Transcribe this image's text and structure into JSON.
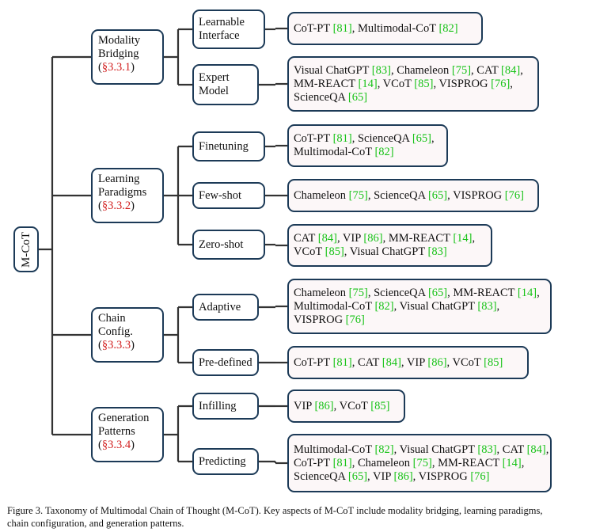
{
  "root": {
    "label": "M-CoT"
  },
  "categories": [
    {
      "label_lines": [
        "Modality",
        "Bridging"
      ],
      "section": "§3.3.1",
      "children": [
        {
          "label_lines": [
            "Learnable",
            "Interface"
          ],
          "refs_lines": [
            [
              {
                "t": "CoT-PT "
              },
              {
                "r": "[81]"
              },
              {
                "t": ", Multimodal-CoT "
              },
              {
                "r": "[82]"
              }
            ]
          ]
        },
        {
          "label_lines": [
            "Expert",
            "Model"
          ],
          "refs_lines": [
            [
              {
                "t": "Visual ChatGPT "
              },
              {
                "r": "[83]"
              },
              {
                "t": ", Chameleon "
              },
              {
                "r": "[75]"
              },
              {
                "t": ", CAT "
              },
              {
                "r": "[84]"
              },
              {
                "t": ","
              }
            ],
            [
              {
                "t": "MM-REACT "
              },
              {
                "r": "[14]"
              },
              {
                "t": ", VCoT "
              },
              {
                "r": "[85]"
              },
              {
                "t": ", VISPROG "
              },
              {
                "r": "[76]"
              },
              {
                "t": ","
              }
            ],
            [
              {
                "t": "ScienceQA "
              },
              {
                "r": "[65]"
              }
            ]
          ]
        }
      ]
    },
    {
      "label_lines": [
        "Learning",
        "Paradigms"
      ],
      "section": "§3.3.2",
      "children": [
        {
          "label_lines": [
            "Finetuning"
          ],
          "refs_lines": [
            [
              {
                "t": "CoT-PT "
              },
              {
                "r": "[81]"
              },
              {
                "t": ", ScienceQA "
              },
              {
                "r": "[65]"
              },
              {
                "t": ","
              }
            ],
            [
              {
                "t": "Multimodal-CoT "
              },
              {
                "r": "[82]"
              }
            ]
          ]
        },
        {
          "label_lines": [
            "Few-shot"
          ],
          "refs_lines": [
            [
              {
                "t": "Chameleon "
              },
              {
                "r": "[75]"
              },
              {
                "t": ", ScienceQA "
              },
              {
                "r": "[65]"
              },
              {
                "t": ", VISPROG "
              },
              {
                "r": "[76]"
              }
            ]
          ]
        },
        {
          "label_lines": [
            "Zero-shot"
          ],
          "refs_lines": [
            [
              {
                "t": "CAT "
              },
              {
                "r": "[84]"
              },
              {
                "t": ", VIP "
              },
              {
                "r": "[86]"
              },
              {
                "t": ", MM-REACT "
              },
              {
                "r": "[14]"
              },
              {
                "t": ","
              }
            ],
            [
              {
                "t": "VCoT "
              },
              {
                "r": "[85]"
              },
              {
                "t": ", Visual ChatGPT "
              },
              {
                "r": "[83]"
              }
            ]
          ]
        }
      ]
    },
    {
      "label_lines": [
        "Chain",
        "Config."
      ],
      "section": "§3.3.3",
      "children": [
        {
          "label_lines": [
            "Adaptive"
          ],
          "refs_lines": [
            [
              {
                "t": "Chameleon "
              },
              {
                "r": "[75]"
              },
              {
                "t": ", ScienceQA "
              },
              {
                "r": "[65]"
              },
              {
                "t": ", MM-REACT "
              },
              {
                "r": "[14]"
              },
              {
                "t": ","
              }
            ],
            [
              {
                "t": "Multimodal-CoT "
              },
              {
                "r": "[82]"
              },
              {
                "t": ", Visual ChatGPT "
              },
              {
                "r": "[83]"
              },
              {
                "t": ","
              }
            ],
            [
              {
                "t": "VISPROG "
              },
              {
                "r": "[76]"
              }
            ]
          ]
        },
        {
          "label_lines": [
            "Pre-defined"
          ],
          "refs_lines": [
            [
              {
                "t": "CoT-PT "
              },
              {
                "r": "[81]"
              },
              {
                "t": ", CAT "
              },
              {
                "r": "[84]"
              },
              {
                "t": ", VIP "
              },
              {
                "r": "[86]"
              },
              {
                "t": ", VCoT "
              },
              {
                "r": "[85]"
              }
            ]
          ]
        }
      ]
    },
    {
      "label_lines": [
        "Generation",
        "Patterns"
      ],
      "section": "§3.3.4",
      "children": [
        {
          "label_lines": [
            "Infilling"
          ],
          "refs_lines": [
            [
              {
                "t": "VIP "
              },
              {
                "r": "[86]"
              },
              {
                "t": ", VCoT "
              },
              {
                "r": "[85]"
              }
            ]
          ]
        },
        {
          "label_lines": [
            "Predicting"
          ],
          "refs_lines": [
            [
              {
                "t": "Multimodal-CoT "
              },
              {
                "r": "[82]"
              },
              {
                "t": ", Visual ChatGPT "
              },
              {
                "r": "[83]"
              },
              {
                "t": ", CAT "
              },
              {
                "r": "[84]"
              },
              {
                "t": ","
              }
            ],
            [
              {
                "t": "CoT-PT "
              },
              {
                "r": "[81]"
              },
              {
                "t": ", Chameleon "
              },
              {
                "r": "[75]"
              },
              {
                "t": ", MM-REACT "
              },
              {
                "r": "[14]"
              },
              {
                "t": ","
              }
            ],
            [
              {
                "t": "ScienceQA "
              },
              {
                "r": "[65]"
              },
              {
                "t": ", VIP "
              },
              {
                "r": "[86]"
              },
              {
                "t": ",  VISPROG "
              },
              {
                "r": "[76]"
              }
            ]
          ]
        }
      ]
    }
  ],
  "caption_lines": [
    "Figure 3. Taxonomy of Multimodal Chain of Thought (M-CoT). Key aspects of M-CoT include modality bridging, learning paradigms,",
    "chain configuration, and generation patterns."
  ],
  "colors": {
    "border": "#1c3a57",
    "connector": "#333333",
    "section": "#d21f1f",
    "ref": "#17c317",
    "leaf_bg": "#fcf7f8"
  }
}
